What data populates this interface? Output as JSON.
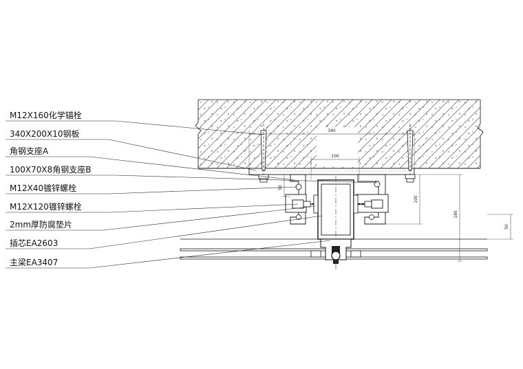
{
  "labels": [
    "M12X160化学锚栓",
    "340X200X10钢板",
    "角钢支座A",
    "100X70X8角钢支座B",
    "M12X40镀锌螺栓",
    "M12X120镀锌螺栓",
    "2mm厚防腐垫片",
    "插芯EA2603",
    "主梁EA3407"
  ],
  "dimensions": {
    "plate_width": "340",
    "angle_width": "100",
    "angle_height_left": "50",
    "angle_height_right": "100",
    "total_depth": "180",
    "offset": "50"
  },
  "colors": {
    "line": "#111111",
    "dim": "#333333",
    "background": "#ffffff"
  }
}
